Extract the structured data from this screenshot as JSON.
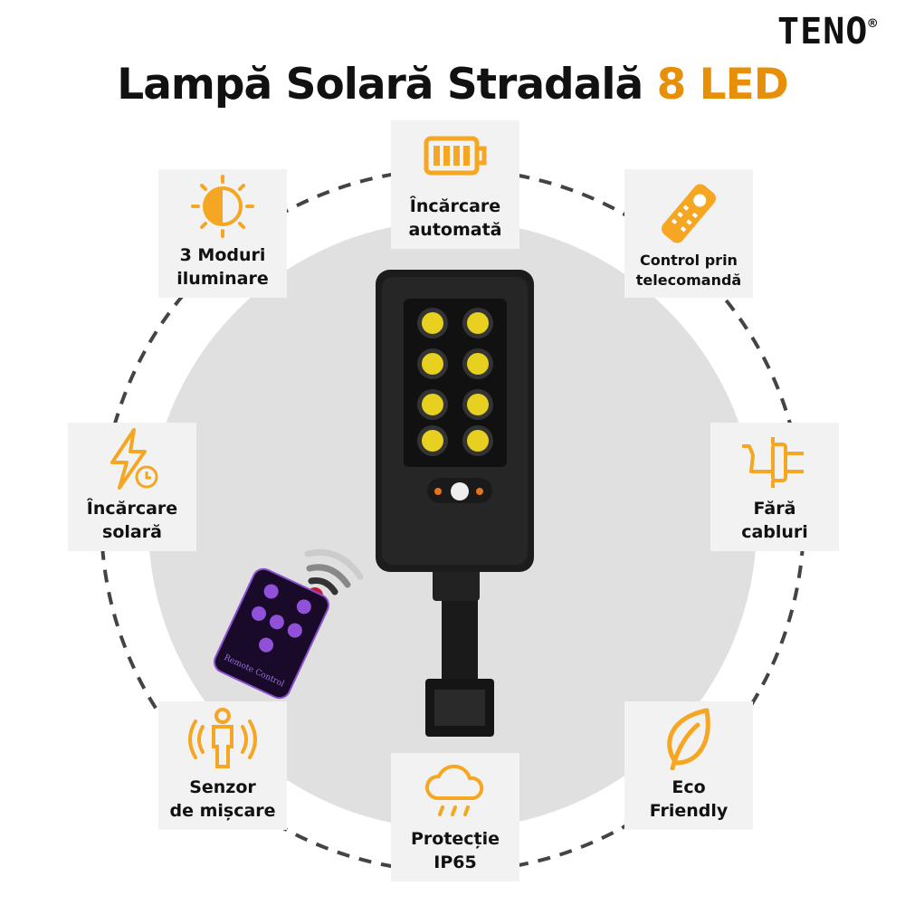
{
  "brand": {
    "name": "TENO",
    "mark": "®"
  },
  "title": {
    "main": "Lampă Solară Stradală",
    "highlight": "8 LED"
  },
  "colors": {
    "accent": "#e88f0a",
    "icon": "#f5a623",
    "card": "#f2f2f2",
    "circle": "#e0e0e0"
  },
  "features": [
    {
      "icon": "battery-icon",
      "line1": "Încărcare",
      "line2": "automată"
    },
    {
      "icon": "half-sun-icon",
      "line1": "3 Moduri",
      "line2": "iluminare"
    },
    {
      "icon": "remote-icon",
      "line1": "Control prin",
      "line2": "telecomandă"
    },
    {
      "icon": "lightning-clock-icon",
      "line1": "Încărcare",
      "line2": "solară"
    },
    {
      "icon": "plug-icon",
      "line1": "Fără",
      "line2": "cabluri"
    },
    {
      "icon": "motion-sensor-icon",
      "line1": "Senzor",
      "line2": "de mișcare"
    },
    {
      "icon": "rain-cloud-icon",
      "line1": "Protecție",
      "line2": "IP65"
    },
    {
      "icon": "leaf-icon",
      "line1": "Eco",
      "line2": "Friendly"
    }
  ],
  "product": {
    "led_count": 8,
    "remote_label": "Remote Control"
  }
}
